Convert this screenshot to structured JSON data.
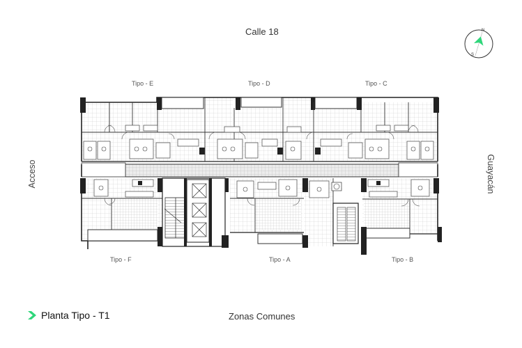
{
  "streets": {
    "top": "Calle 18",
    "left": "Acceso",
    "right": "Guayacán",
    "bottom": "Zonas Comunes"
  },
  "units": {
    "top": [
      "Tipo - E",
      "Tipo - D",
      "Tipo - C"
    ],
    "bottom": [
      "Tipo - F",
      "Tipo - A",
      "Tipo - B"
    ]
  },
  "compass": {
    "north": "N",
    "south": "S",
    "accent": "#2fd67a"
  },
  "footer": {
    "title": "Planta Tipo - T1",
    "accent": "#2fd67a"
  }
}
